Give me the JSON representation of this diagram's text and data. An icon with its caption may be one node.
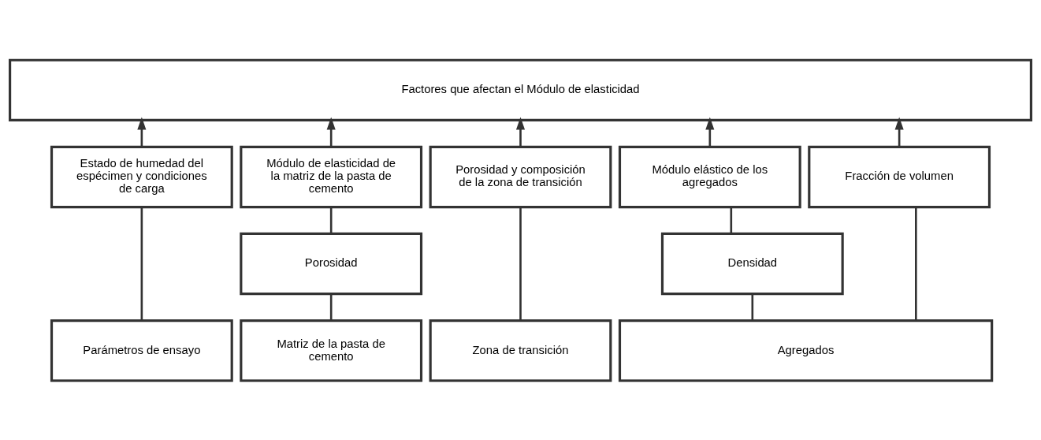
{
  "diagram": {
    "nodes": [
      {
        "text": [
          "Factores que afectan el Módulo de elasticidad"
        ]
      },
      {
        "text": [
          "Estado de humedad del espécimen y condiciones de carga"
        ]
      },
      {
        "text": [
          "Módulo de elasticidad de la matriz de la pasta de cemento"
        ]
      },
      {
        "text": [
          "Porosidad y composición de la zona de transición"
        ]
      },
      {
        "text": [
          "Módulo elástico de los agregados"
        ]
      },
      {
        "text": [
          "Fracción de volumen"
        ]
      },
      {
        "text": [
          "Porosidad"
        ]
      },
      {
        "text": [
          "Densidad"
        ]
      },
      {
        "text": [
          "Parámetros de ensayo"
        ]
      },
      {
        "text": [
          "Matriz de la pasta de cemento"
        ]
      },
      {
        "text": [
          "Zona de transición"
        ]
      },
      {
        "text": [
          "Agregados"
        ]
      }
    ],
    "edges": [
      {
        "from": 1,
        "to": 0,
        "arrow": "to"
      },
      {
        "from": 2,
        "to": 0,
        "arrow": "to"
      },
      {
        "from": 3,
        "to": 0,
        "arrow": "to"
      },
      {
        "from": 4,
        "to": 0,
        "arrow": "to"
      },
      {
        "from": 5,
        "to": 0,
        "arrow": "to"
      },
      {
        "from": 8,
        "to": 1,
        "arrow": "none"
      },
      {
        "from": 9,
        "to": 6,
        "arrow": "none"
      },
      {
        "from": 6,
        "to": 2,
        "arrow": "none"
      },
      {
        "from": 10,
        "to": 3,
        "arrow": "none"
      },
      {
        "from": 11,
        "to": 7,
        "arrow": "none"
      },
      {
        "from": 7,
        "to": 4,
        "arrow": "none"
      },
      {
        "from": 11,
        "to": 5,
        "arrow": "none"
      }
    ]
  }
}
